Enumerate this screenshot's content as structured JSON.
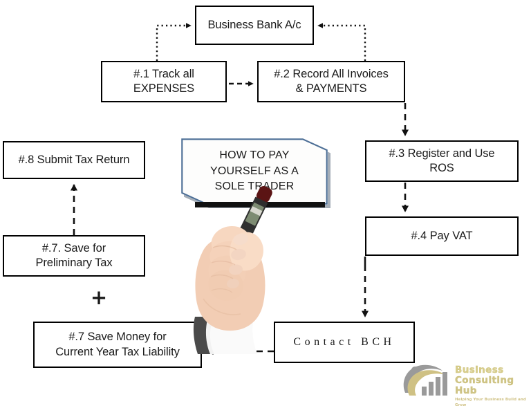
{
  "diagram": {
    "title": "How To Pay Yourself As A Sole Trader",
    "nodes": {
      "bank": {
        "label": "Business Bank A/c"
      },
      "expenses": {
        "label": "#.1 Track all EXPENSES",
        "line1": "#.1 Track all",
        "line2": "EXPENSES"
      },
      "invoices": {
        "label": "#.2 Record All Invoices & PAYMENTS",
        "line1": "#.2 Record All Invoices",
        "line2": "& PAYMENTS"
      },
      "ros": {
        "label": "#.3 Register and Use ROS",
        "line1": "#.3 Register and Use",
        "line2": "ROS"
      },
      "vat": {
        "label": "#.4 Pay VAT"
      },
      "submit": {
        "label": "#.8 Submit Tax Return"
      },
      "prelim": {
        "label": "#.7. Save for Preliminary Tax",
        "line1": "#.7. Save for",
        "line2": "Preliminary Tax"
      },
      "savemoney": {
        "label": "#.7 Save Money for Current Year Tax Liability",
        "line1": "#.7 Save Money for",
        "line2": "Current Year Tax Liability"
      },
      "contact": {
        "label": "Contact BCH"
      }
    },
    "plus": {
      "label": "+"
    },
    "callout": {
      "line1": "HOW TO PAY",
      "line2": "YOURSELF AS A",
      "line3": "SOLE TRADER",
      "border_color": "#4d6f96",
      "fill_color": "#fdfdfc"
    },
    "connectors": [
      {
        "name": "expenses-to-bank",
        "style": "dotted",
        "from": "expenses",
        "to": "bank"
      },
      {
        "name": "invoices-to-bank",
        "style": "dotted",
        "from": "invoices",
        "to": "bank"
      },
      {
        "name": "expenses-to-invoices",
        "style": "dashed",
        "from": "expenses",
        "to": "invoices"
      },
      {
        "name": "invoices-to-ros",
        "style": "dashed",
        "from": "invoices",
        "to": "ros"
      },
      {
        "name": "ros-to-vat",
        "style": "dashed",
        "from": "ros",
        "to": "vat"
      },
      {
        "name": "vat-to-contact",
        "style": "dashed",
        "from": "vat",
        "to": "contact"
      },
      {
        "name": "contact-to-savemoney",
        "style": "dashed",
        "from": "contact",
        "to": "savemoney"
      },
      {
        "name": "prelim-to-submit",
        "style": "dashed",
        "from": "prelim",
        "to": "submit"
      }
    ],
    "colors": {
      "box_border": "#000000",
      "box_fill": "#ffffff",
      "connector": "#111111",
      "callout_border": "#4d6f96",
      "logo_gold": "#cfc184",
      "logo_grey": "#8c8c8c"
    }
  },
  "logo": {
    "line1": "Business",
    "line2": "Consulting Hub",
    "tagline": "Helping Your Business Build and Grow"
  }
}
